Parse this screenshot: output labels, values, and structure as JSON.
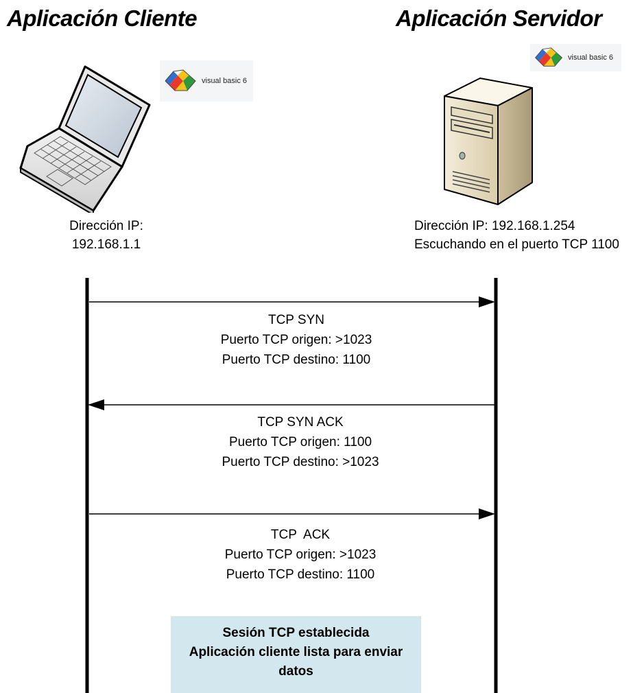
{
  "client": {
    "title": "Aplicación Cliente",
    "badge_text": "visual basic 6",
    "ip_line1": "Dirección IP:",
    "ip_line2": "192.168.1.1"
  },
  "server": {
    "title": "Aplicación Servidor",
    "badge_text": "visual basic 6",
    "ip_line1": "Dirección IP: 192.168.1.254",
    "ip_line2": "Escuchando en el puerto TCP 1100"
  },
  "messages": [
    {
      "direction": "client-to-server",
      "lines": [
        "TCP SYN",
        "Puerto TCP origen: >1023",
        "Puerto TCP destino: 1100"
      ]
    },
    {
      "direction": "server-to-client",
      "lines": [
        "TCP SYN ACK",
        "Puerto TCP origen: 1100",
        "Puerto TCP destino: >1023"
      ]
    },
    {
      "direction": "client-to-server",
      "lines": [
        "TCP  ACK",
        "Puerto TCP origen: >1023",
        "Puerto TCP destino: 1100"
      ]
    }
  ],
  "session": {
    "lines": [
      "Sesión TCP establecida",
      "Aplicación cliente lista para enviar",
      "datos"
    ]
  },
  "colors": {
    "session_box": "#d2e8ee",
    "lifeline": "#000000",
    "vb_red": "#e8392b",
    "vb_blue": "#2f6fd0",
    "vb_yellow": "#f5c21a",
    "vb_green": "#2e9a3a"
  },
  "icons": {
    "client_device": "laptop-icon",
    "server_device": "server-tower-icon",
    "badge": "visual-basic-logo-icon"
  }
}
